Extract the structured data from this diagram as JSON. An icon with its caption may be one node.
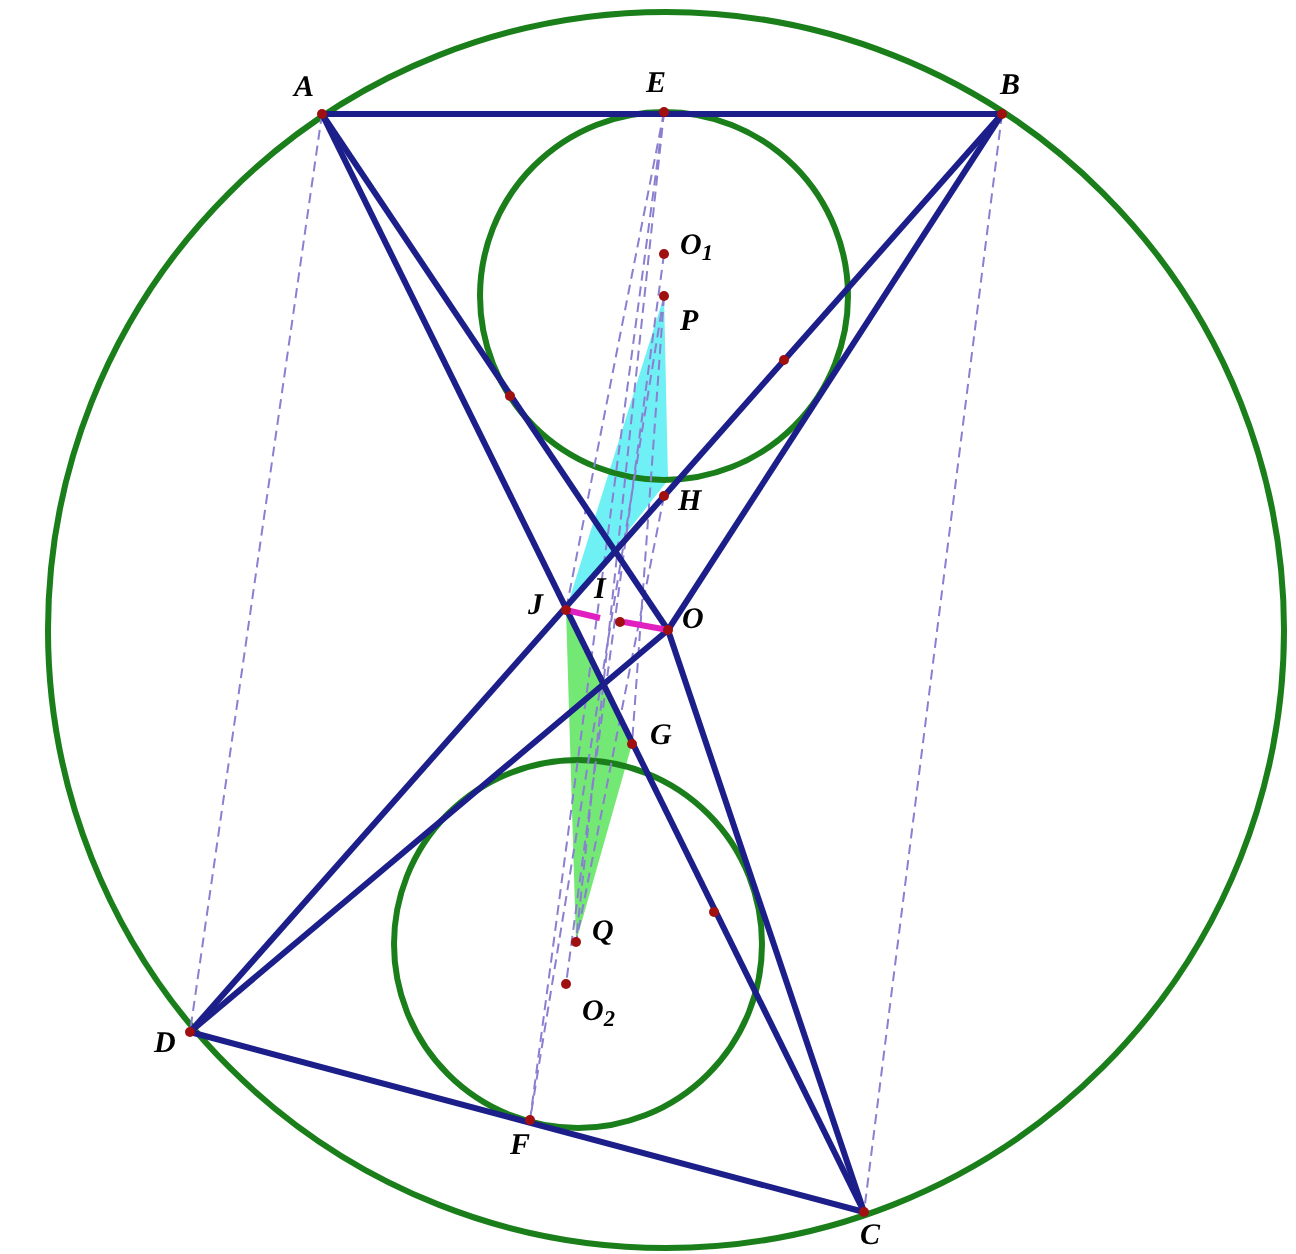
{
  "diagram": {
    "labels": [
      "A",
      "E",
      "B",
      "O$_{1}$",
      "P",
      "H",
      "J",
      "I",
      "O",
      "G",
      "Q",
      "O$_{2}$",
      "D",
      "F",
      "C"
    ]
  }
}
